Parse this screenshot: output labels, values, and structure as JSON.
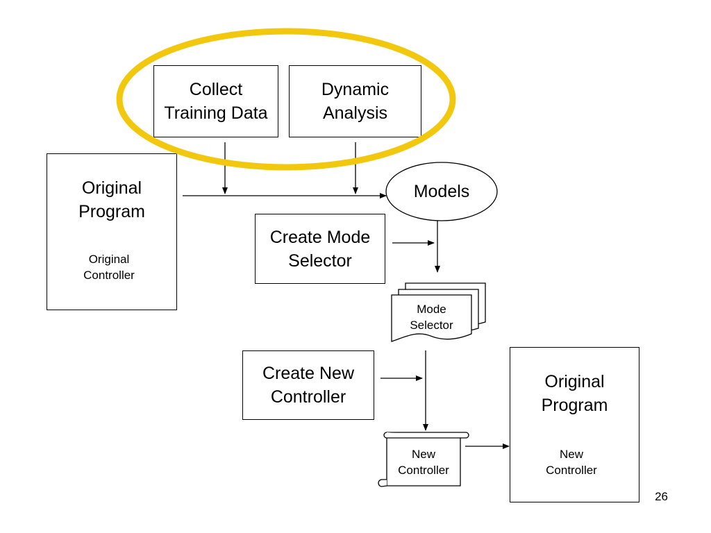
{
  "nodes": {
    "collect_training_data": "Collect\nTraining Data",
    "dynamic_analysis": "Dynamic\nAnalysis",
    "original_program_left": "Original\nProgram",
    "original_controller": "Original\nController",
    "models": "Models",
    "create_mode_selector": "Create Mode\nSelector",
    "mode_selector": "Mode\nSelector",
    "create_new_controller": "Create New\nController",
    "new_controller": "New\nController",
    "original_program_right": "Original\nProgram",
    "new_controller_in_program": "New\nController"
  },
  "colors": {
    "highlight_ellipse": "#F2C80F",
    "stroke": "#000000"
  },
  "page_number": "26"
}
